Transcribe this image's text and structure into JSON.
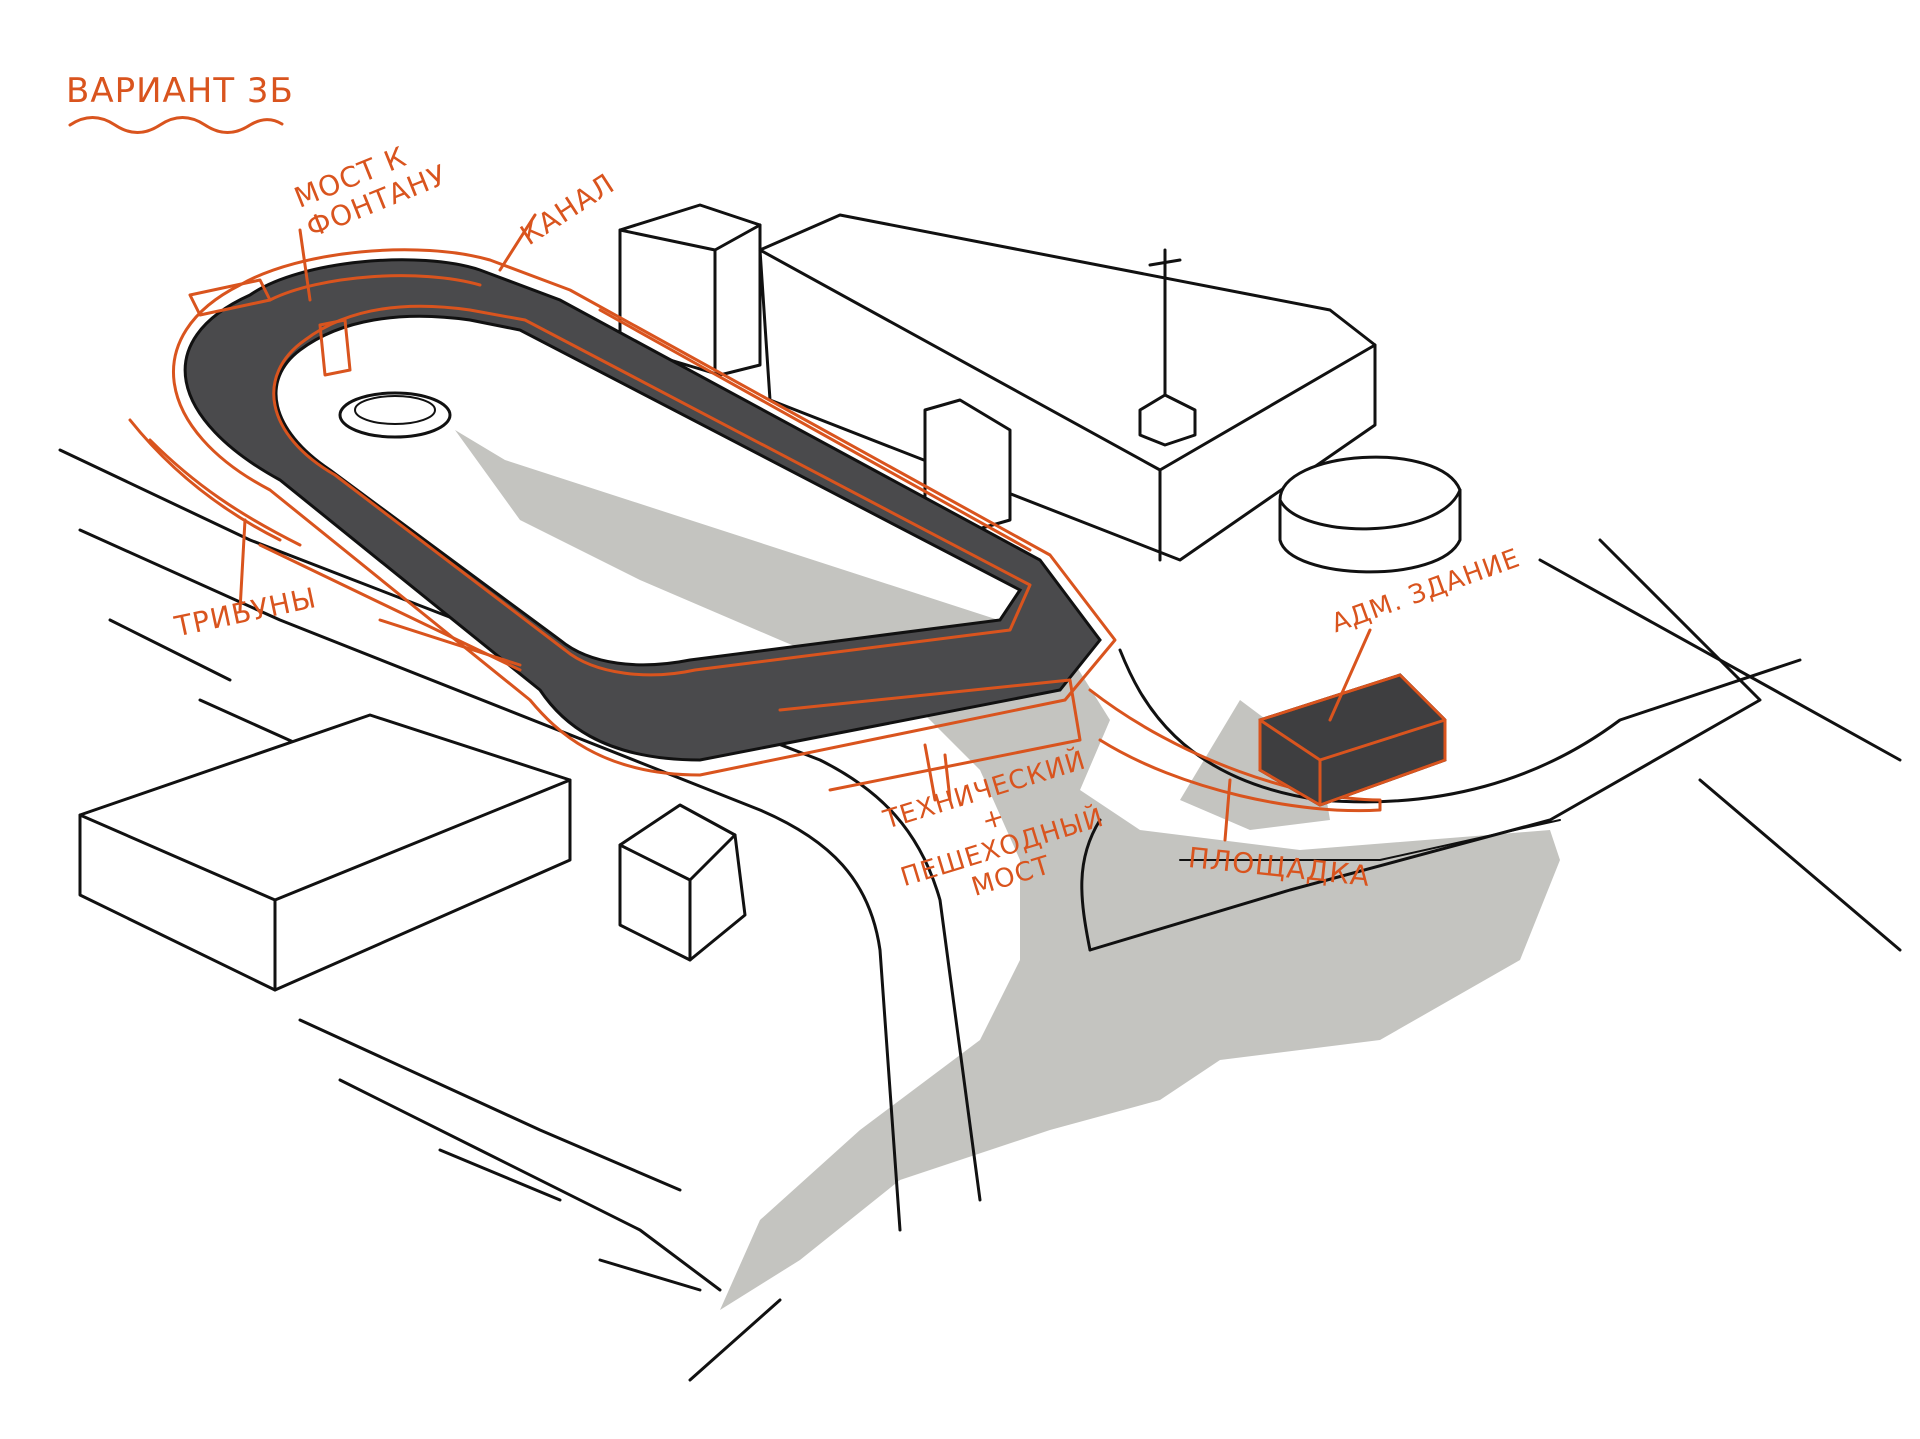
{
  "title": "ВАРИАНТ 3Б",
  "labels": {
    "bridge_to_fountain": [
      "МОСТ К",
      "ФОНТАНУ"
    ],
    "canal": "КАНАЛ",
    "stands": "ТРИБУНЫ",
    "admin_building": "АДМ. ЗДАНИЕ",
    "tech_bridge": [
      "ТЕХНИЧЕСКИЙ",
      "+",
      "ПЕШЕХОДНЫЙ",
      "МОСТ"
    ],
    "area": "ПЛОЩАДКА"
  },
  "colors": {
    "annotation": "#d9541e",
    "ink": "#111111",
    "canal": "#4a4a4c",
    "water_shadow": "#c4c4c0",
    "paper": "#ffffff"
  }
}
